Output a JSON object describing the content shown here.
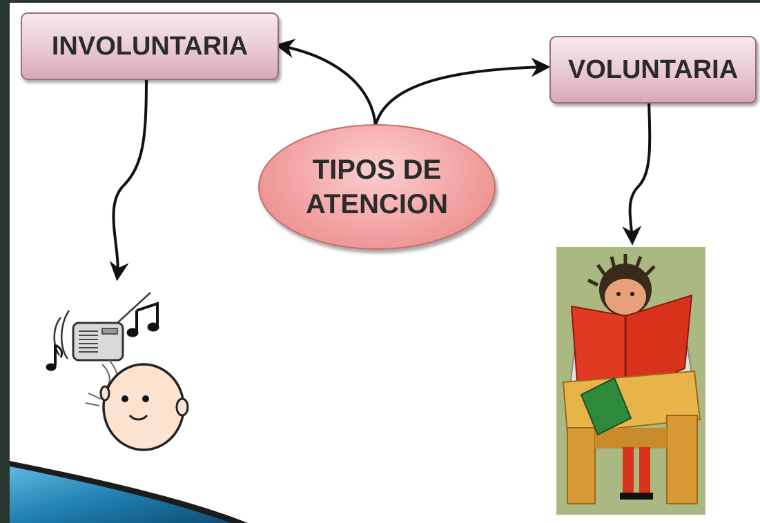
{
  "diagram": {
    "center": {
      "line1": "TIPOS DE",
      "line2": "ATENCION"
    },
    "left_node": {
      "label": "INVOLUNTARIA"
    },
    "right_node": {
      "label": "VOLUNTARIA"
    }
  },
  "colors": {
    "background": "#2a3630",
    "slide": "#ffffff",
    "node_fill": "#e9c9d2",
    "center_fill": "#f3a2a2",
    "accent_blue": "#1f7fb0"
  },
  "illustrations": {
    "left": "radio-and-face-icon",
    "right": "child-reading-book-icon"
  }
}
